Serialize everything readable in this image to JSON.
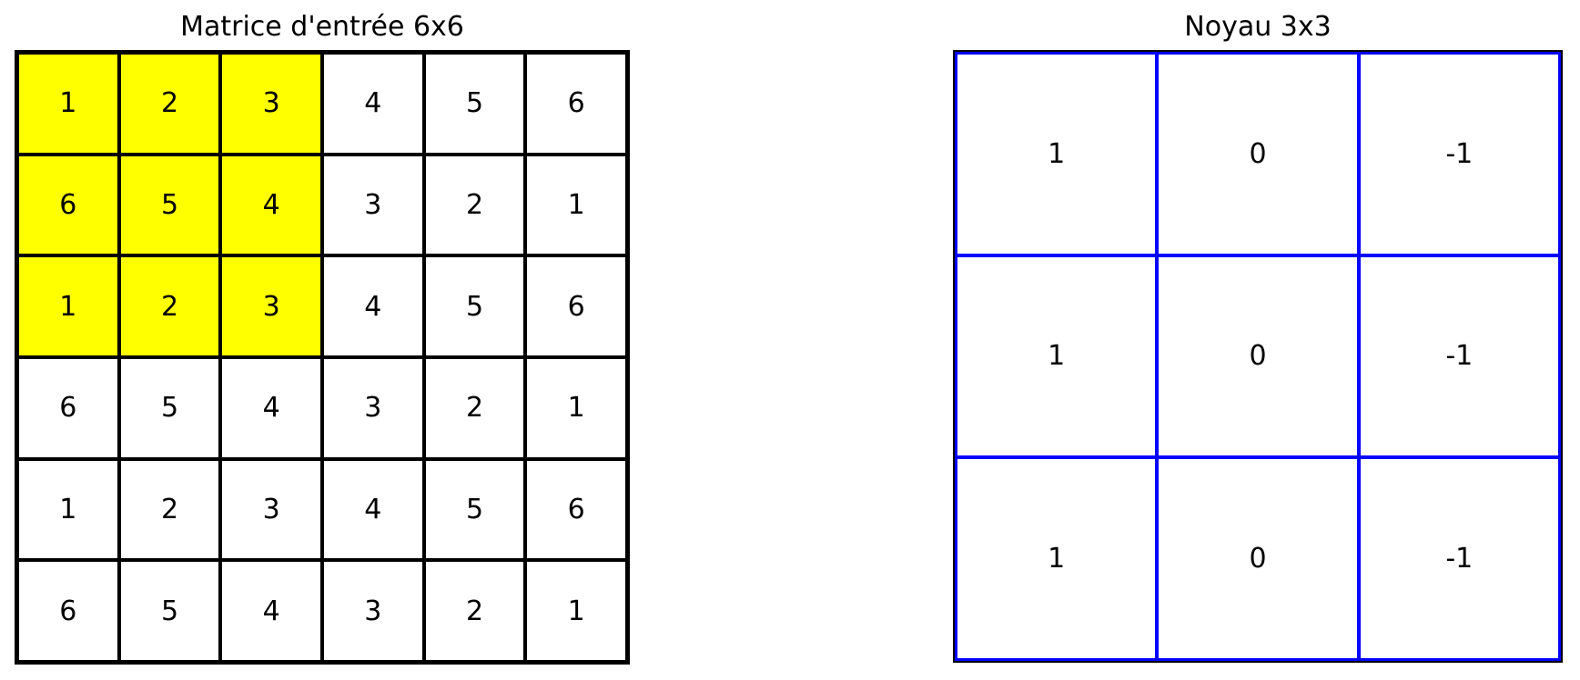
{
  "figure": {
    "background_color": "#ffffff",
    "text_color": "#000000"
  },
  "input_matrix": {
    "title": "Matrice d'entrée 6x6",
    "rows": [
      [
        1,
        2,
        3,
        4,
        5,
        6
      ],
      [
        6,
        5,
        4,
        3,
        2,
        1
      ],
      [
        1,
        2,
        3,
        4,
        5,
        6
      ],
      [
        6,
        5,
        4,
        3,
        2,
        1
      ],
      [
        1,
        2,
        3,
        4,
        5,
        6
      ],
      [
        6,
        5,
        4,
        3,
        2,
        1
      ]
    ],
    "highlight": {
      "row_start": 0,
      "row_end": 2,
      "col_start": 0,
      "col_end": 2,
      "color": "#ffff00"
    },
    "line_color": "#000000",
    "frame_color": "#000000",
    "cell_color": "#ffffff"
  },
  "kernel_matrix": {
    "title": "Noyau 3x3",
    "rows": [
      [
        1,
        0,
        -1
      ],
      [
        1,
        0,
        -1
      ],
      [
        1,
        0,
        -1
      ]
    ],
    "highlight": null,
    "line_color": "#0000ff",
    "frame_color": "#000000",
    "cell_color": "#ffffff"
  }
}
